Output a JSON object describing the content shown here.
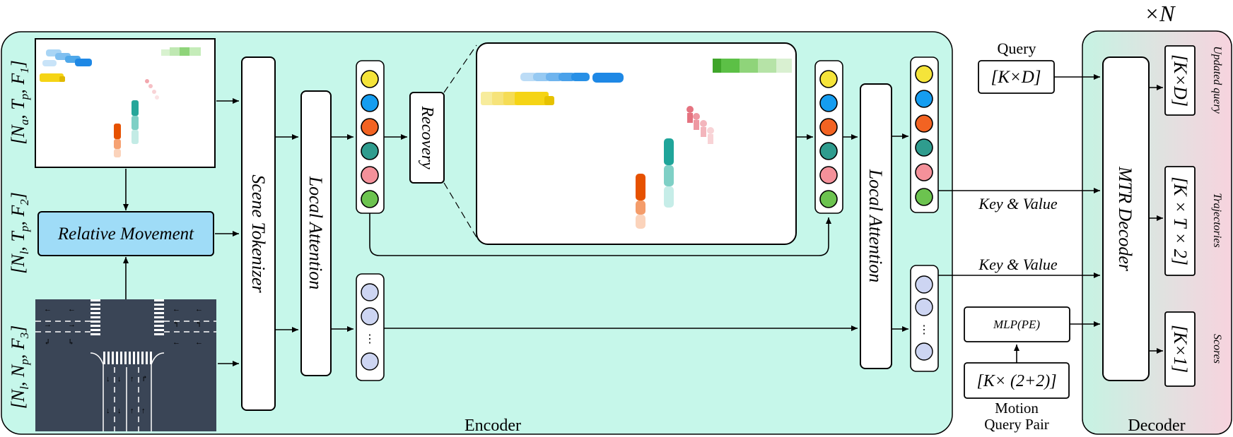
{
  "diagram": {
    "encoder_label": "Encoder",
    "decoder_label": "Decoder",
    "repeat_label": "×N",
    "inputs": [
      {
        "id": "agents",
        "text": "[Na, Tp, F1]",
        "main": "N",
        "sub1": "a",
        "T": "T",
        "sub2": "p",
        "F": "F",
        "sub3": "1"
      },
      {
        "id": "lidar",
        "text": "[Nl, Tp, F2]",
        "main": "N",
        "sub1": "l",
        "T": "T",
        "sub2": "p",
        "F": "F",
        "sub3": "2"
      },
      {
        "id": "map",
        "text": "[Nl, Np, F3]",
        "main": "N",
        "sub1": "l",
        "T": "N",
        "sub2": "p",
        "F": "F",
        "sub3": "3"
      }
    ],
    "relative_movement": "Relative Movement",
    "scene_tokenizer": "Scene Tokenizer",
    "local_attention_1": "Local Attention",
    "local_attention_2": "Local Attention",
    "recovery": "Recovery",
    "mtr_decoder": "MTR Decoder",
    "query_label": "Query",
    "query_box": "[K×D]",
    "key_value_1": "Key & Value",
    "key_value_2": "Key & Value",
    "mlp_box": "MLP(PE)",
    "motion_query_box": "[K× (2+2)]",
    "motion_query_label_1": "Motion",
    "motion_query_label_2": "Query Pair",
    "outputs": [
      {
        "box": "[K×D]",
        "label": "Updated query"
      },
      {
        "box": "[K × T × 2]",
        "label": "Trajectories"
      },
      {
        "box": "[K×1]",
        "label": "Scores"
      }
    ],
    "ellipsis": "⋮",
    "colors": {
      "encoder_bg": "#c6f7ea",
      "decoder_bg_top": "#c9f0e0",
      "decoder_bg_bottom": "#f6d6df",
      "relative_movement_bg": "#9fdcf7",
      "token_yellow": "#f5e43a",
      "token_blue": "#159df0",
      "token_orange": "#f26322",
      "token_teal": "#2f9c8e",
      "token_pink": "#f4919a",
      "token_green": "#6cc34f",
      "token_lavender": "#cdd5f2",
      "map_bg": "#3a4556"
    }
  }
}
